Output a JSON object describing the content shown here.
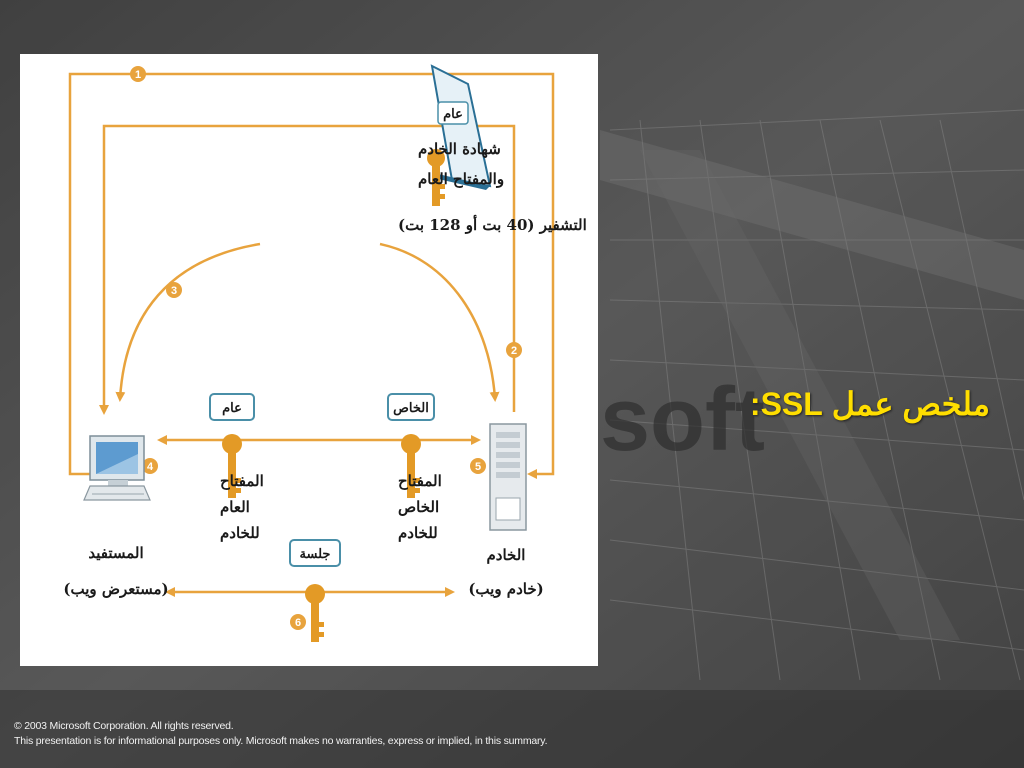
{
  "slide": {
    "title": "ملخص عمل SSL:",
    "footer_line1": "© 2003 Microsoft Corporation. All rights reserved.",
    "footer_line2": "This presentation is for informational purposes only. Microsoft makes no warranties, express or implied, in this summary."
  },
  "diagram": {
    "steps": [
      "1",
      "2",
      "3",
      "4",
      "5",
      "6"
    ],
    "certificate": {
      "tag": "عام",
      "line1": "شهادة الخادم",
      "line2": "والمفتاح العام"
    },
    "encryption_label": "التشفير (40 بت أو 128 بت)",
    "public_key": {
      "tag": "عام",
      "line1": "المفتاح",
      "line2": "العام",
      "line3": "للخادم"
    },
    "private_key": {
      "tag": "الخاص",
      "line1": "المفتاح",
      "line2": "الخاص",
      "line3": "للخادم"
    },
    "session_key": {
      "tag": "جلسة"
    },
    "client": {
      "line1": "المستفيد",
      "line2": "(مستعرض ويب)"
    },
    "server": {
      "line1": "الخادم",
      "line2": "(خادم ويب)"
    },
    "colors": {
      "arrow": "#e8a33d",
      "key": "#e39a26",
      "tag_border": "#4a8fa8"
    }
  }
}
